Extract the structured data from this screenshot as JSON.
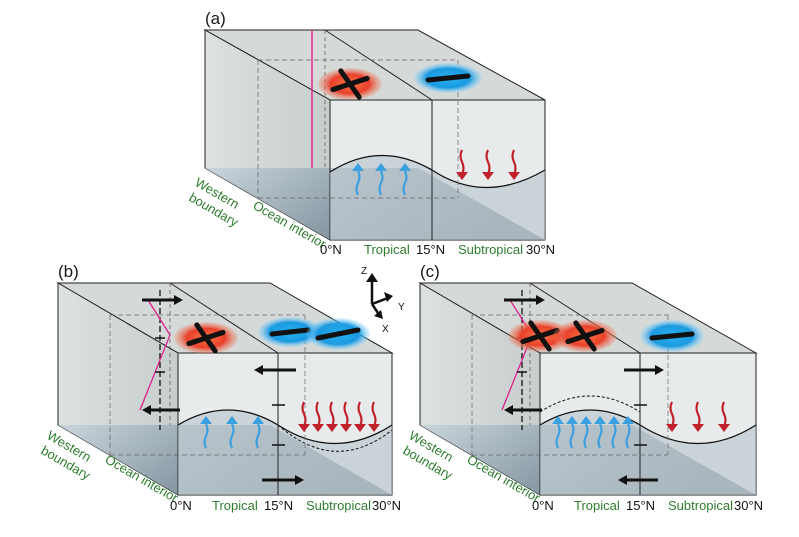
{
  "panels": [
    {
      "label": "(a)",
      "lat_0": "0°N",
      "lat_15": "15°N",
      "lat_30": "30°N",
      "tropical": "Tropical",
      "subtropical": "Subtropical",
      "western_boundary_1": "Western",
      "western_boundary_2": "boundary",
      "ocean_interior": "Ocean interior"
    },
    {
      "label": "(b)",
      "lat_0": "0°N",
      "lat_15": "15°N",
      "lat_30": "30°N",
      "tropical": "Tropical",
      "subtropical": "Subtropical",
      "western_boundary_1": "Western",
      "western_boundary_2": "boundary",
      "ocean_interior": "Ocean interior"
    },
    {
      "label": "(c)",
      "lat_0": "0°N",
      "lat_15": "15°N",
      "lat_30": "30°N",
      "tropical": "Tropical",
      "subtropical": "Subtropical",
      "western_boundary_1": "Western",
      "western_boundary_2": "boundary",
      "ocean_interior": "Ocean interior"
    }
  ],
  "axes": {
    "z": "Z",
    "y": "Y",
    "x": "X"
  },
  "colors": {
    "warm": "#e8402a",
    "cold": "#1aa0e6",
    "downwelling": "#c0202a",
    "upwelling": "#3aa0e0",
    "profile": "#e0208a",
    "box_face": "#d9dedd",
    "water_dark": "#5c6f7c"
  }
}
